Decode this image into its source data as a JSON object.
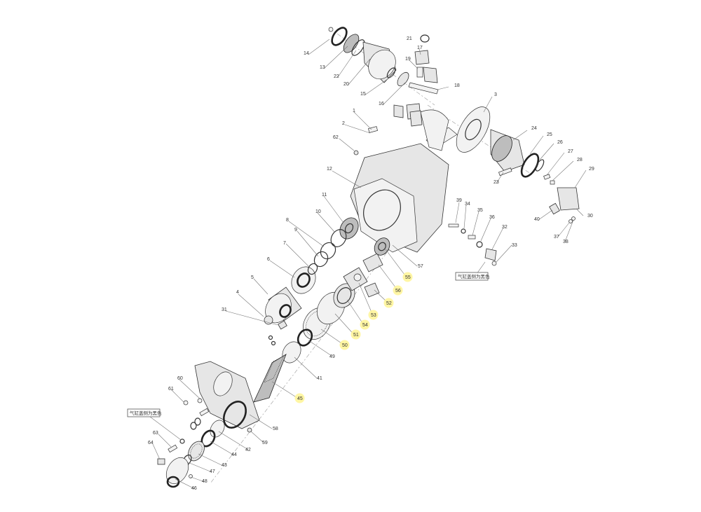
{
  "callouts": [
    {
      "id": "c1",
      "label": "1"
    },
    {
      "id": "c2",
      "label": "2"
    },
    {
      "id": "c3",
      "label": "3"
    },
    {
      "id": "c4",
      "label": "4"
    },
    {
      "id": "c5",
      "label": "5"
    },
    {
      "id": "c6",
      "label": "6"
    },
    {
      "id": "c7",
      "label": "7"
    },
    {
      "id": "c8",
      "label": "8"
    },
    {
      "id": "c9",
      "label": "9"
    },
    {
      "id": "c10",
      "label": "10"
    },
    {
      "id": "c11",
      "label": "11"
    },
    {
      "id": "c12",
      "label": "12"
    },
    {
      "id": "c13",
      "label": "13"
    },
    {
      "id": "c14",
      "label": "14"
    },
    {
      "id": "c15",
      "label": "15"
    },
    {
      "id": "c16",
      "label": "16"
    },
    {
      "id": "c17",
      "label": "17"
    },
    {
      "id": "c18",
      "label": "18"
    },
    {
      "id": "c19",
      "label": "19"
    },
    {
      "id": "c20",
      "label": "20"
    },
    {
      "id": "c21",
      "label": "21"
    },
    {
      "id": "c22",
      "label": "22"
    },
    {
      "id": "c23",
      "label": "23"
    },
    {
      "id": "c24",
      "label": "24"
    },
    {
      "id": "c25",
      "label": "25"
    },
    {
      "id": "c26",
      "label": "26"
    },
    {
      "id": "c27",
      "label": "27"
    },
    {
      "id": "c28",
      "label": "28"
    },
    {
      "id": "c29",
      "label": "29"
    },
    {
      "id": "c30",
      "label": "30"
    },
    {
      "id": "c31",
      "label": "31"
    },
    {
      "id": "c32",
      "label": "32"
    },
    {
      "id": "c33",
      "label": "33"
    },
    {
      "id": "c34",
      "label": "34"
    },
    {
      "id": "c35",
      "label": "35"
    },
    {
      "id": "c36",
      "label": "36"
    },
    {
      "id": "c37",
      "label": "37"
    },
    {
      "id": "c38",
      "label": "38"
    },
    {
      "id": "c39",
      "label": "39"
    },
    {
      "id": "c40",
      "label": "40"
    },
    {
      "id": "c41",
      "label": "41"
    },
    {
      "id": "c42",
      "label": "42"
    },
    {
      "id": "c43",
      "label": "43"
    },
    {
      "id": "c44",
      "label": "44"
    },
    {
      "id": "c45",
      "label": "45",
      "highlighted": true
    },
    {
      "id": "c46",
      "label": "46"
    },
    {
      "id": "c47",
      "label": "47"
    },
    {
      "id": "c48",
      "label": "48"
    },
    {
      "id": "c49",
      "label": "49"
    },
    {
      "id": "c50",
      "label": "50",
      "highlighted": true
    },
    {
      "id": "c51",
      "label": "51",
      "highlighted": true
    },
    {
      "id": "c52",
      "label": "52",
      "highlighted": true
    },
    {
      "id": "c53",
      "label": "53",
      "highlighted": true
    },
    {
      "id": "c54",
      "label": "54",
      "highlighted": true
    },
    {
      "id": "c55",
      "label": "55",
      "highlighted": true
    },
    {
      "id": "c56",
      "label": "56",
      "highlighted": true
    },
    {
      "id": "c57",
      "label": "57"
    },
    {
      "id": "c58",
      "label": "58"
    },
    {
      "id": "c59",
      "label": "59"
    },
    {
      "id": "c60",
      "label": "60"
    },
    {
      "id": "c61",
      "label": "61"
    },
    {
      "id": "c62",
      "label": "62"
    },
    {
      "id": "c63",
      "label": "63"
    },
    {
      "id": "c64",
      "label": "64"
    }
  ],
  "notes": {
    "upper": "气缸盖侧为黑色",
    "lower": "气缸盖侧为黑色"
  },
  "colors": {
    "highlight": "#fff59a",
    "line": "#333333",
    "text": "#333333"
  }
}
